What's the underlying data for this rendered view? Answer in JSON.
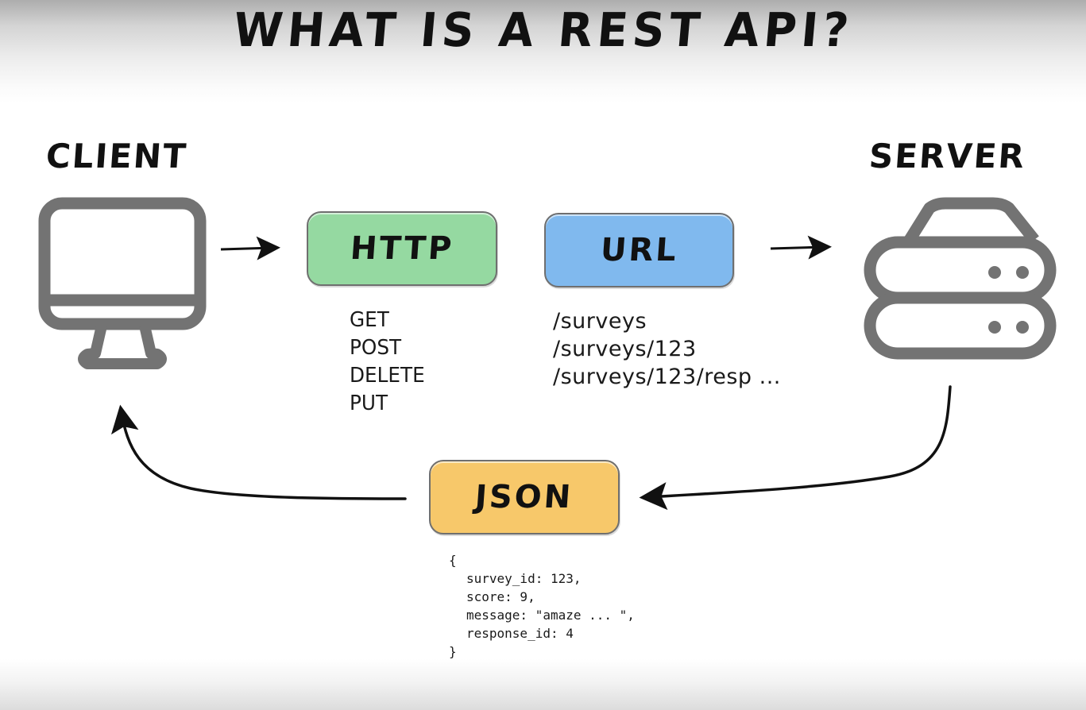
{
  "title": "WHAT IS A REST API?",
  "nodes": {
    "client": {
      "label": "CLIENT",
      "icon": "monitor-icon"
    },
    "server": {
      "label": "SERVER",
      "icon": "server-icon"
    },
    "http": {
      "label": "HTTP",
      "color": "#95d9a1"
    },
    "url": {
      "label": "URL",
      "color": "#80b9ee"
    },
    "json": {
      "label": "JSON",
      "color": "#f7c86a"
    }
  },
  "http_methods": [
    "GET",
    "POST",
    "DELETE",
    "PUT"
  ],
  "url_examples": [
    "/surveys",
    "/surveys/123",
    "/surveys/123/resp ..."
  ],
  "json_example": {
    "open": "{",
    "lines": [
      "survey_id: 123,",
      "score: 9,",
      "message: \"amaze ... \",",
      "response_id: 4"
    ],
    "close": "}"
  },
  "arrows": [
    {
      "from": "client",
      "to": "http",
      "style": "straight"
    },
    {
      "from": "url",
      "to": "server",
      "style": "straight"
    },
    {
      "from": "server",
      "to": "json",
      "style": "curved"
    },
    {
      "from": "json",
      "to": "client",
      "style": "curved"
    }
  ],
  "colors": {
    "icon_gray": "#737373",
    "ink": "#111111"
  }
}
